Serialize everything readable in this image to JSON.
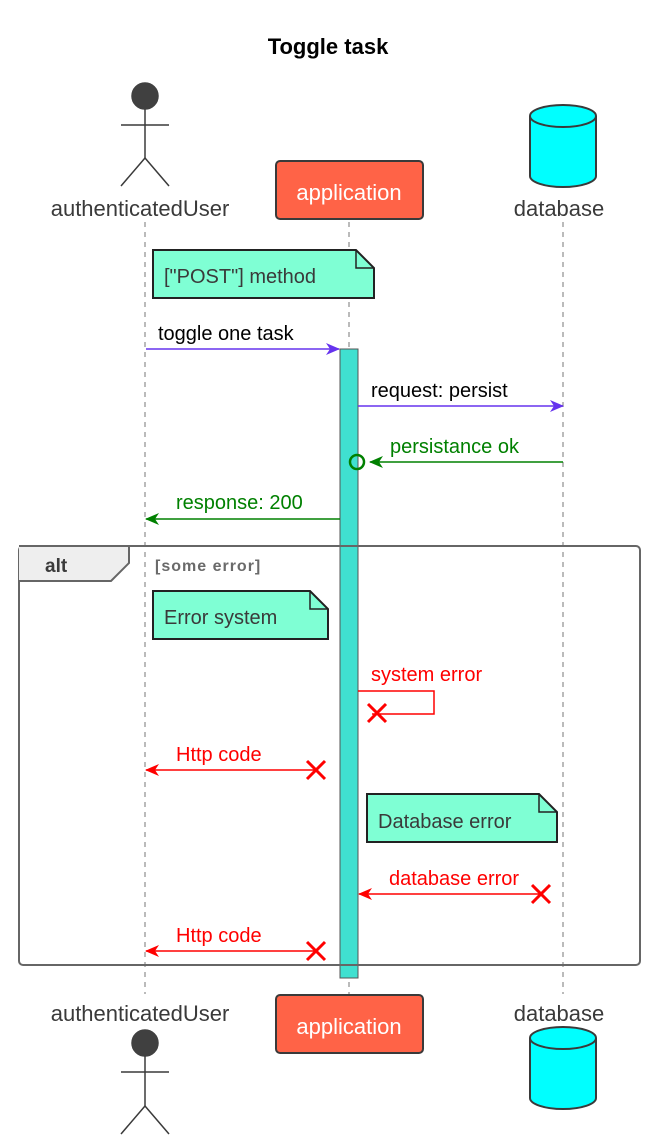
{
  "title": "Toggle task",
  "participants": {
    "user": {
      "name": "authenticatedUser",
      "icon": "actor-stick-figure"
    },
    "app": {
      "name": "application",
      "color": "#FF6347"
    },
    "db": {
      "name": "database",
      "icon": "database-cylinder",
      "color": "#00FFFF"
    }
  },
  "notes": {
    "method": "[\"POST\"] method",
    "error_system": "Error system",
    "database_error": "Database error",
    "color": "#7FFFD4"
  },
  "messages": {
    "toggle": "toggle one task",
    "persist": "request: persist",
    "persist_ok": "persistance ok",
    "response": "response: 200",
    "system_error": "system error",
    "http_code_1": "Http code",
    "database_error": "database error",
    "http_code_2": "Http code"
  },
  "alt": {
    "keyword": "alt",
    "condition": "[some error]"
  },
  "colors": {
    "request_arrow": "#6633EE",
    "success_arrow": "#008000",
    "error_arrow": "#FF0000",
    "activation_bar": "#40E0D0"
  }
}
